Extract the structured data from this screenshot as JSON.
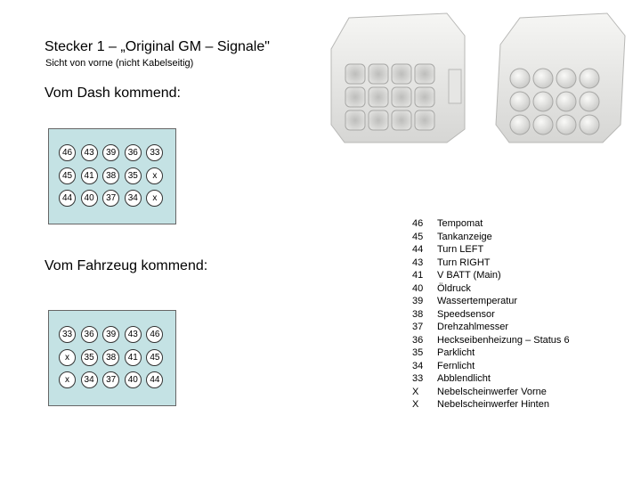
{
  "title": "Stecker 1 – „Original GM – Signale\"",
  "subtitle": "Sicht von vorne (nicht Kabelseitig)",
  "dash_section": {
    "heading": "Vom Dash kommend:",
    "rows": [
      [
        "46",
        "43",
        "39",
        "36",
        "33"
      ],
      [
        "45",
        "41",
        "38",
        "35",
        "x"
      ],
      [
        "44",
        "40",
        "37",
        "34",
        "x"
      ]
    ]
  },
  "vehicle_section": {
    "heading": "Vom Fahrzeug kommend:",
    "rows": [
      [
        "33",
        "36",
        "39",
        "43",
        "46"
      ],
      [
        "x",
        "35",
        "38",
        "41",
        "45"
      ],
      [
        "x",
        "34",
        "37",
        "40",
        "44"
      ]
    ]
  },
  "legend": [
    {
      "num": "46",
      "label": "Tempomat"
    },
    {
      "num": "45",
      "label": "Tankanzeige"
    },
    {
      "num": "44",
      "label": "Turn LEFT"
    },
    {
      "num": "43",
      "label": "Turn RIGHT"
    },
    {
      "num": "41",
      "label": "V BATT (Main)"
    },
    {
      "num": "40",
      "label": "Öldruck"
    },
    {
      "num": "39",
      "label": "Wassertemperatur"
    },
    {
      "num": "38",
      "label": "Speedsensor"
    },
    {
      "num": "37",
      "label": "Drehzahlmesser"
    },
    {
      "num": "36",
      "label": "Heckseibenheizung – Status 6"
    },
    {
      "num": "35",
      "label": "Parklicht"
    },
    {
      "num": "34",
      "label": "Fernlicht"
    },
    {
      "num": "33",
      "label": "Abblendlicht"
    },
    {
      "num": "X",
      "label": "Nebelscheinwerfer Vorne"
    },
    {
      "num": "X",
      "label": "Nebelscheinwerfer Hinten"
    }
  ],
  "colors": {
    "grid_bg": "#c4e2e4",
    "pin_bg": "#ffffff",
    "connector": "#ecebe9"
  }
}
